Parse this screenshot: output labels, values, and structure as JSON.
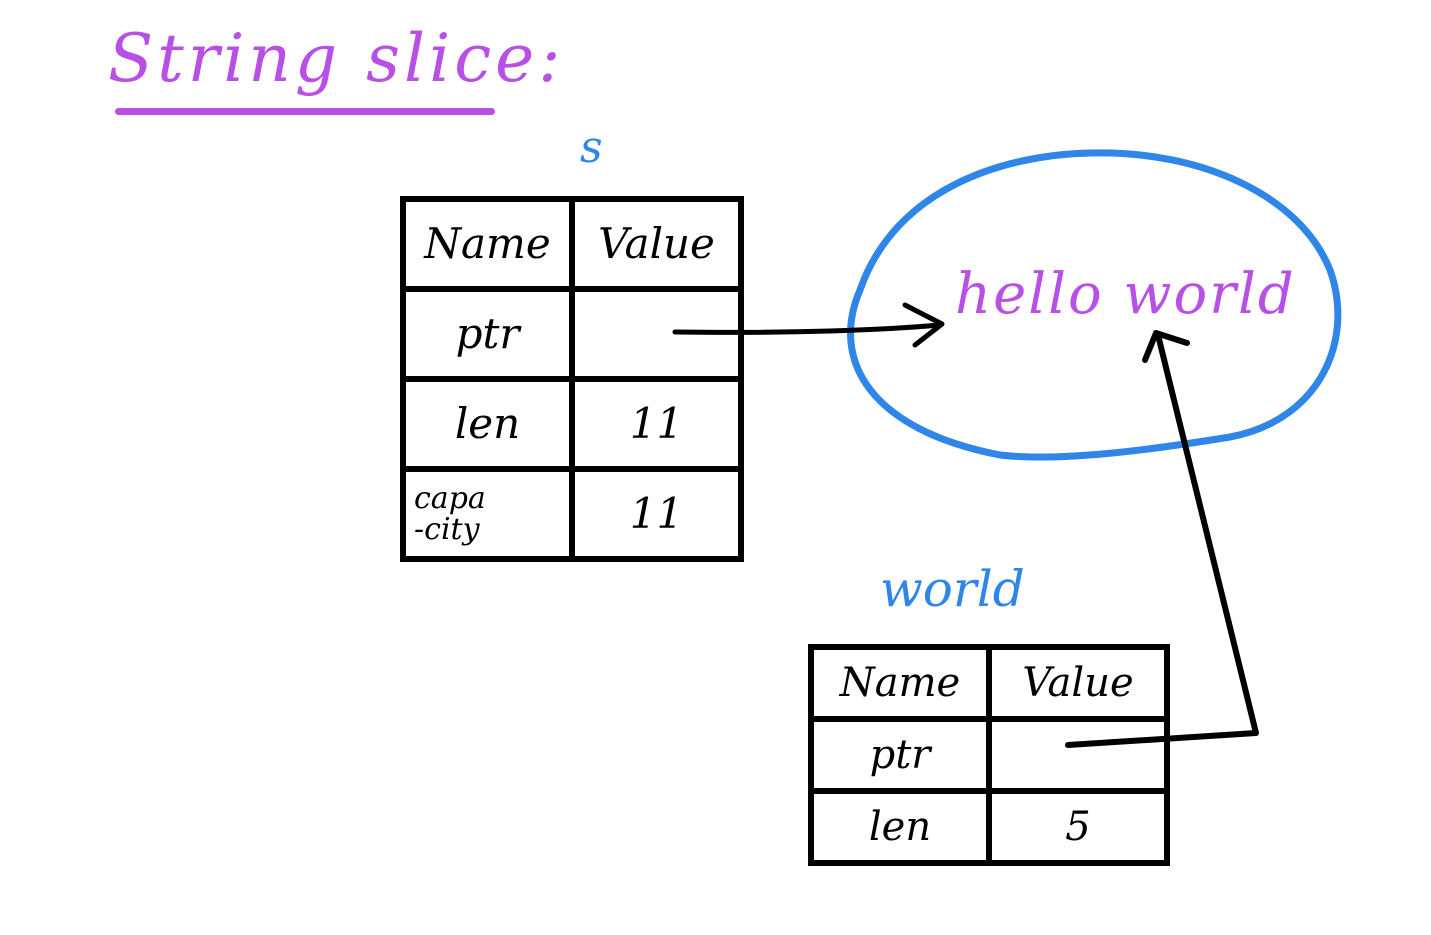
{
  "title": "String slice:",
  "colors": {
    "title": "#b84fe6",
    "labels": "#2f86e8",
    "heap_text": "#b84fe6",
    "ink": "#000000"
  },
  "string_s": {
    "label": "s",
    "header": {
      "name": "Name",
      "value": "Value"
    },
    "rows": [
      {
        "name": "ptr",
        "value": ""
      },
      {
        "name": "len",
        "value": "11"
      },
      {
        "name": "capa\n-city",
        "value": "11"
      }
    ]
  },
  "heap": {
    "text": "hello world"
  },
  "slice_world": {
    "label": "world",
    "header": {
      "name": "Name",
      "value": "Value"
    },
    "rows": [
      {
        "name": "ptr",
        "value": ""
      },
      {
        "name": "len",
        "value": "5"
      }
    ]
  }
}
